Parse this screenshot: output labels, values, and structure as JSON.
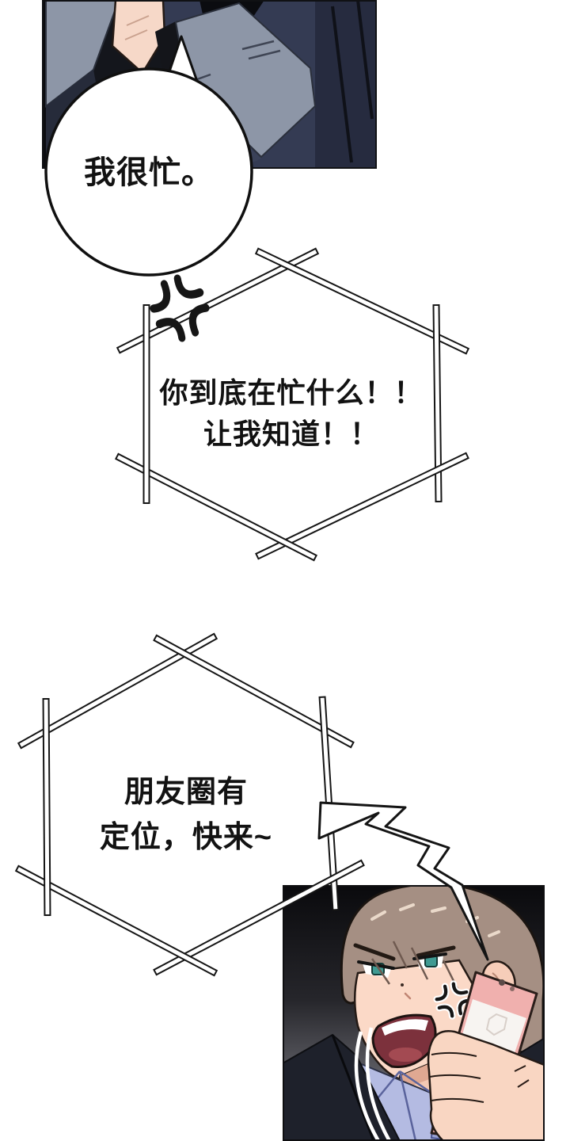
{
  "speech": {
    "bubble_round": {
      "text": "我很忙。"
    },
    "burst_top": {
      "line1": "你到底在忙什么！！",
      "line2": "让我知道！！"
    },
    "burst_bottom": {
      "line1": "朋友圈有",
      "line2": "定位，快来~"
    }
  },
  "icons": {
    "anger_mark": "💢"
  },
  "colors": {
    "page_bg": "#ffffff",
    "line_ink": "#141414",
    "top_panel_bg": "#14161c",
    "sleeve_gray": "#8d96a7",
    "suit_navy": "#343b53",
    "skin": "#f8d8c6",
    "hair_brown": "#a58f83",
    "eye_teal": "#3f9a92",
    "phone_pink": "#f0b0ae",
    "phone_white": "#f7f4f1",
    "shirt_lavender": "#b4bbe2",
    "jacket_dark": "#1e212b",
    "mouth_red": "#7c313c",
    "bottom_panel_top": "#0a0a0d",
    "bottom_panel_bottom": "#8e8e96"
  }
}
